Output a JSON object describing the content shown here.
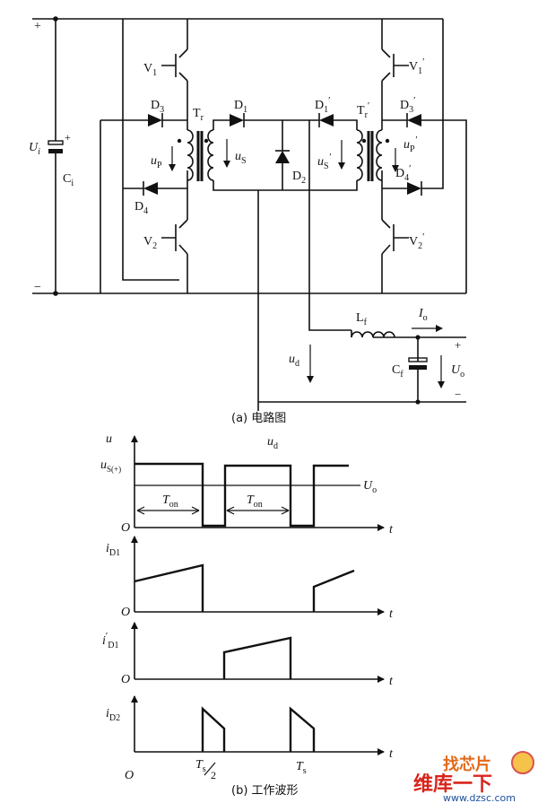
{
  "circuit": {
    "caption": "(a) 电路图",
    "plus_terminal": "+",
    "minus_terminal": "−",
    "cap_plus": "+",
    "out_plus": "+",
    "out_minus": "−",
    "labels": {
      "Ui": "U",
      "Ui_sub": "i",
      "Ci": "C",
      "Ci_sub": "i",
      "V1": "V",
      "V1_sub": "1",
      "V2": "V",
      "V2_sub": "2",
      "V1p": "V",
      "V1p_sub": "1",
      "V1p_prime": "′",
      "V2p": "V",
      "V2p_sub": "2",
      "V2p_prime": "′",
      "D3": "D",
      "D3_sub": "3",
      "D4": "D",
      "D4_sub": "4",
      "D1": "D",
      "D1_sub": "1",
      "D2": "D",
      "D2_sub": "2",
      "D1p": "D",
      "D1p_sub": "1",
      "D1p_prime": "′",
      "D3p": "D",
      "D3p_sub": "3",
      "D3p_prime": "′",
      "D4p": "D",
      "D4p_sub": "4",
      "D4p_prime": "′",
      "Tr": "T",
      "Tr_sub": "r",
      "Trp": "T",
      "Trp_sub": "r",
      "Trp_prime": "′",
      "uP": "u",
      "uP_sub": "P",
      "uS": "u",
      "uS_sub": "S",
      "uSp": "u",
      "uSp_sub": "S",
      "uSp_prime": "′",
      "uPp": "u",
      "uPp_sub": "P",
      "uPp_prime": "′",
      "Lf": "L",
      "Lf_sub": "f",
      "Io": "I",
      "Io_sub": "o",
      "Cf": "C",
      "Cf_sub": "f",
      "Uo": "U",
      "Uo_sub": "o",
      "ud": "u",
      "ud_sub": "d"
    }
  },
  "waveforms": {
    "caption": "(b) 工作波形",
    "u_axis": "u",
    "ud": "u",
    "ud_sub": "d",
    "uS_level": "u",
    "uS_level_sub": "S(+)",
    "Uo": "U",
    "Uo_sub": "o",
    "Ton": "T",
    "Ton_sub": "on",
    "t_axis": "t",
    "origin": "O",
    "iD1": "i",
    "iD1_sub": "D1",
    "iD1p": "i",
    "iD1p_prime": "′",
    "iD1p_sub": "D1",
    "iD2": "i",
    "iD2_sub": "D2",
    "Ts_half": "T",
    "Ts_half_sub": "s",
    "Ts_half_den": "2",
    "Ts": "T",
    "Ts_sub": "s"
  },
  "watermark": {
    "top": "找芯片",
    "badge": "维库一下",
    "url": "www.dzsc.com"
  }
}
